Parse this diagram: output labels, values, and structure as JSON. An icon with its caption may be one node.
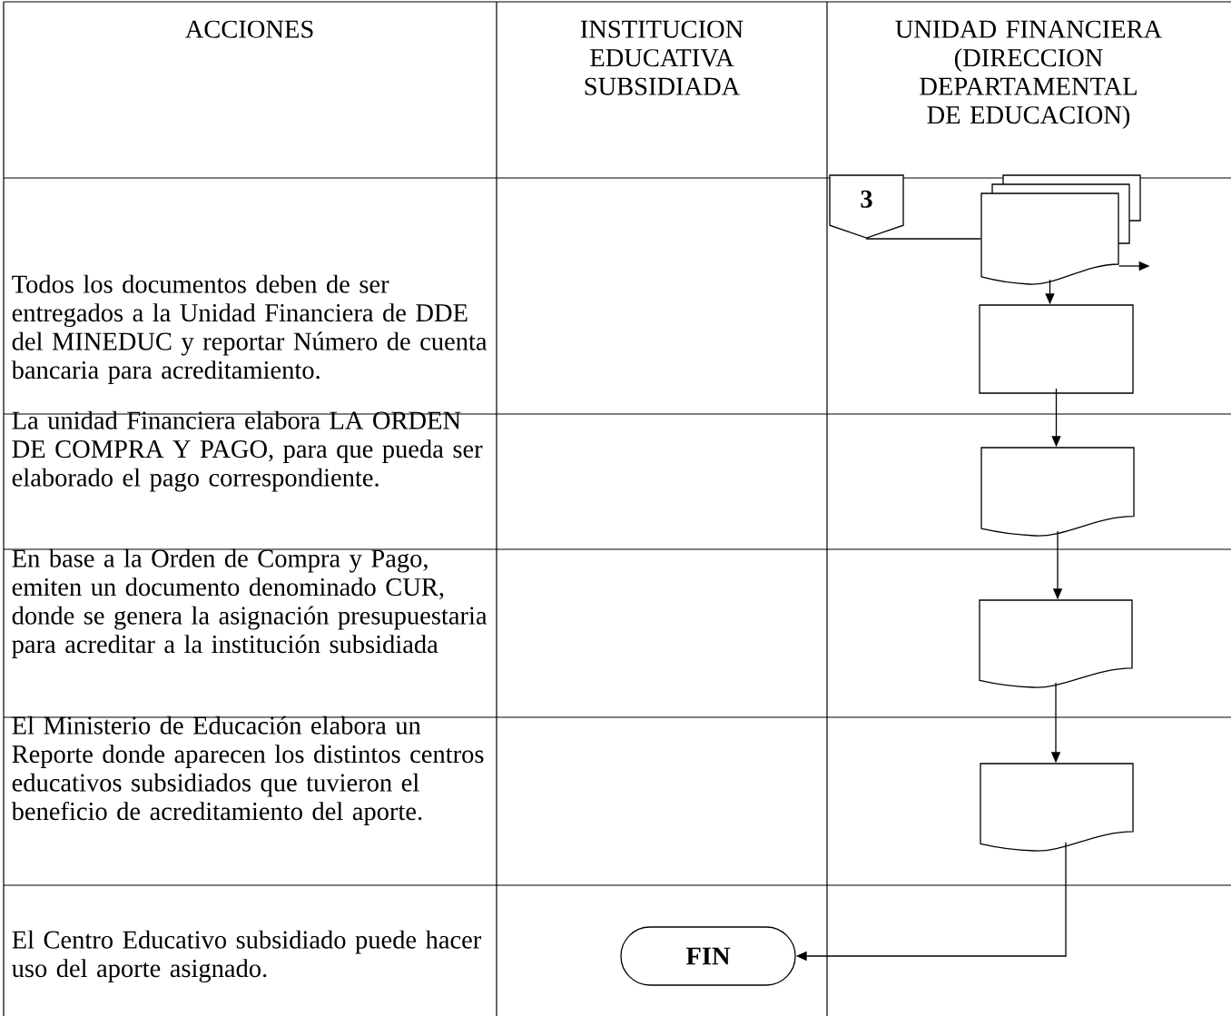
{
  "diagram": {
    "nodes": [
      {
        "text": [
          "3"
        ]
      },
      {
        "text": [],
        "shape": "document"
      },
      {
        "text": [],
        "shape": "box"
      },
      {
        "text": [],
        "shape": "document"
      },
      {
        "text": [],
        "shape": "document"
      },
      {
        "text": [],
        "shape": "document"
      },
      {
        "text": [
          "FIN"
        ]
      }
    ],
    "edges": [
      {
        "from": 0,
        "to": 1,
        "arrow": "none"
      },
      {
        "from": 1,
        "to": null,
        "arrow": "to"
      },
      {
        "from": 1,
        "to": 2,
        "arrow": "to"
      },
      {
        "from": 2,
        "to": 3,
        "arrow": "to"
      },
      {
        "from": 3,
        "to": 4,
        "arrow": "to"
      },
      {
        "from": 4,
        "to": 5,
        "arrow": "to"
      },
      {
        "from": 5,
        "to": 6,
        "arrow": "to"
      }
    ],
    "labels": [
      "ACCIONES",
      "INSTITUCION EDUCATIVA SUBSIDIADA",
      "UNIDAD FINANCIERA (DIRECCION DEPARTAMENTAL DE EDUCACION)",
      "Todos los documentos deben de ser entregados a la Unidad Financiera de DDE del MINEDUC y reportar Número de cuenta bancaria para acreditamiento.",
      "La unidad Financiera elabora LA ORDEN DE COMPRA Y PAGO, para que pueda ser elaborado el pago correspondiente.",
      "En base a la Orden de Compra y Pago, emiten un documento denominado CUR, donde se genera la asignación presupuestaria para acreditar a la institución subsidiada",
      "El Ministerio de Educación elabora un Reporte donde aparecen los distintos centros educativos subsidiados que tuvieron el beneficio de acreditamiento del aporte.",
      "El Centro Educativo subsidiado puede hacer uso del aporte asignado."
    ]
  }
}
